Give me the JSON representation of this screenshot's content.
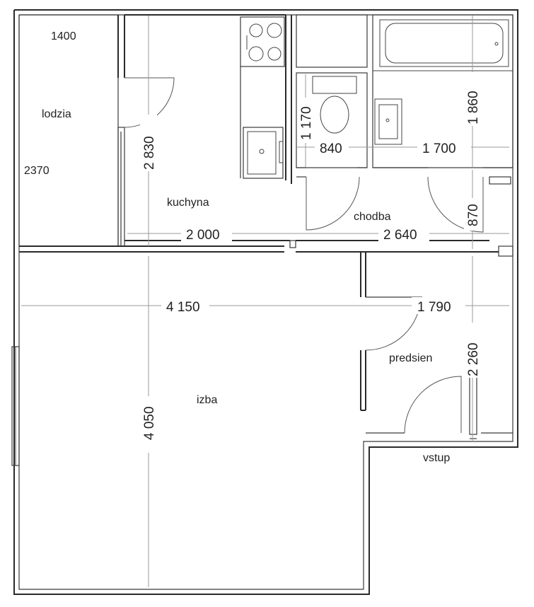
{
  "rooms": {
    "lodzia": "lodzia",
    "kuchyna": "kuchyna",
    "chodba": "chodba",
    "izba": "izba",
    "predsien": "predsien",
    "vstup": "vstup"
  },
  "dimensions": {
    "lodzia_w": "1400",
    "lodzia_h": "2370",
    "kitchen_h": "2 830",
    "wc_h": "1 170",
    "wc_w": "840",
    "bath_w": "1 700",
    "bath_h": "1 860",
    "kitchen_w": "2 000",
    "hall_w": "2 640",
    "hall_h": "870",
    "room_w": "4 150",
    "foyer_w": "1 790",
    "foyer_h": "2 260",
    "room_h": "4 050"
  }
}
